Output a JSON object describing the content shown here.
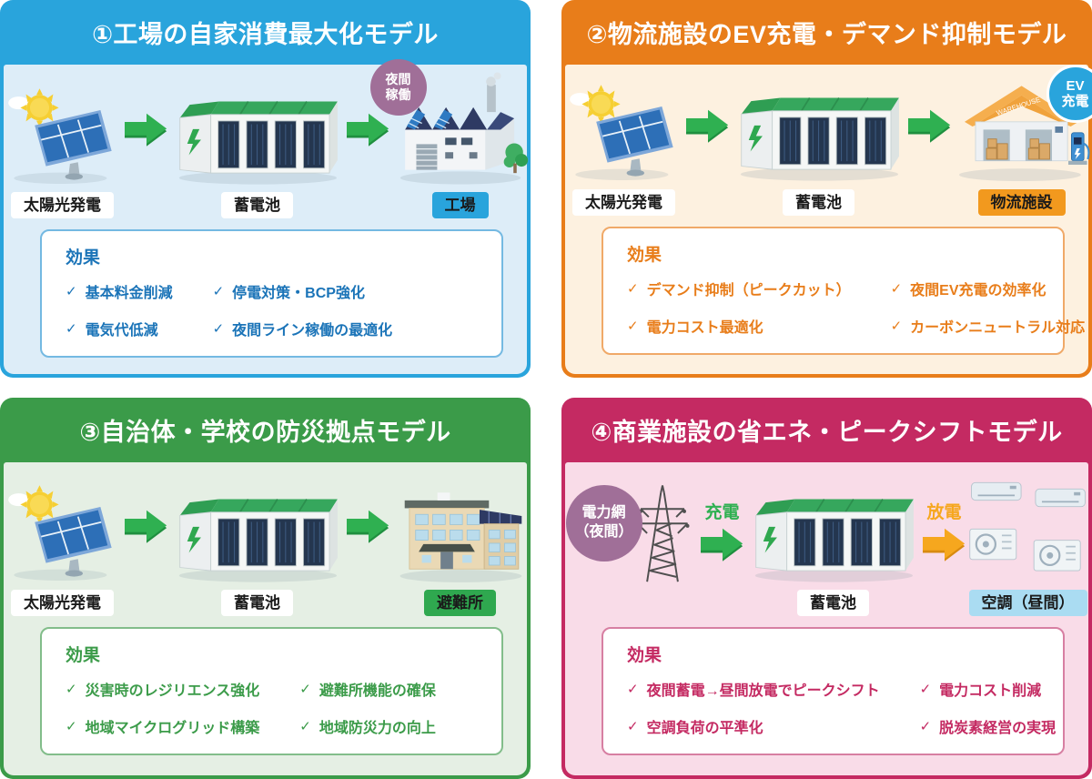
{
  "glyphs": {
    "check": "✓"
  },
  "colors": {
    "page_bg": "#ffffff",
    "badge_purple": "#a06f98",
    "badge_blue": "#29a4dc",
    "arrow_green": "#2fb051",
    "arrow_green_dark": "#1f8f3f",
    "arrow_orange": "#f6a71e",
    "arrow_orange_dark": "#d88a10"
  },
  "panels": [
    {
      "title": "①工場の自家消費最大化モデル",
      "colors": {
        "accent": "#29a4dc",
        "body": "#ddedf8",
        "text": "#1b74b8",
        "boxborder": "#74b9e2",
        "labelbg": "#29a4dc"
      },
      "flow": {
        "source_label": "太陽光発電",
        "battery_label": "蓄電池",
        "building_label": "工場",
        "badge": "夜間\n稼働"
      },
      "effects": {
        "heading": "効果",
        "items": [
          "基本料金削減",
          "停電対策・BCP強化",
          "電気代低減",
          "夜間ライン稼働の最適化"
        ]
      }
    },
    {
      "title": "②物流施設のEV充電・デマンド抑制モデル",
      "colors": {
        "accent": "#e87d1a",
        "body": "#fdf1e0",
        "text": "#e87d1a",
        "boxborder": "#f0a968",
        "labelbg": "#f2991e"
      },
      "flow": {
        "source_label": "太陽光発電",
        "battery_label": "蓄電池",
        "building_label": "物流施設",
        "badge": "EV\n充電",
        "roof_text": "WAREHOUSE"
      },
      "effects": {
        "heading": "効果",
        "items": [
          "デマンド抑制（ピークカット）",
          "夜間EV充電の効率化",
          "電力コスト最適化",
          "カーボンニュートラル対応"
        ]
      }
    },
    {
      "title": "③自治体・学校の防災拠点モデル",
      "colors": {
        "accent": "#3b9b49",
        "body": "#e5efe4",
        "text": "#3b9b49",
        "boxborder": "#82bd8a",
        "labelbg": "#2fa84f"
      },
      "flow": {
        "source_label": "太陽光発電",
        "battery_label": "蓄電池",
        "building_label": "避難所"
      },
      "effects": {
        "heading": "効果",
        "items": [
          "災害時のレジリエンス強化",
          "避難所機能の確保",
          "地域マイクログリッド構築",
          "地域防災力の向上"
        ]
      }
    },
    {
      "title": "④商業施設の省エネ・ピークシフトモデル",
      "colors": {
        "accent": "#c42a62",
        "body": "#f9dce8",
        "text": "#c42a62",
        "boxborder": "#d77fa2",
        "labelbg": "#aadcf2"
      },
      "flow": {
        "grid_badge": "電力網\n（夜間）",
        "charge_label": "充電",
        "battery_label": "蓄電池",
        "discharge_label": "放電",
        "ac_label": "空調（昼間）"
      },
      "effects": {
        "heading": "効果",
        "items": [
          "夜間蓄電→昼間放電でピークシフト",
          "電力コスト削減",
          "空調負荷の平準化",
          "脱炭素経営の実現"
        ]
      }
    }
  ]
}
